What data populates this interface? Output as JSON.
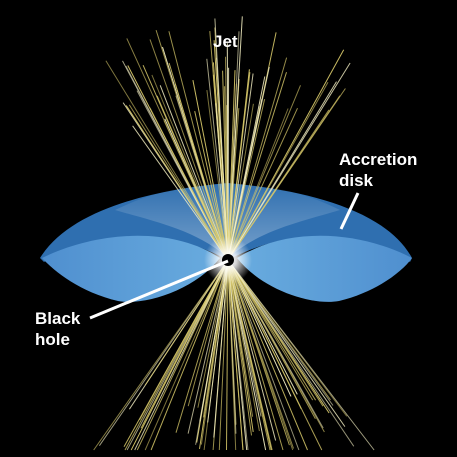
{
  "labels": {
    "jet": "Jet",
    "accretion_disk": [
      "Accretion",
      "disk"
    ],
    "black_hole": [
      "Black",
      "hole"
    ]
  },
  "colors": {
    "background": "#000000",
    "disk_rim": "#2f6fb0",
    "disk_face": "#5a9fdb",
    "jet_lines": "#e3d67a",
    "glow": "#ffffff",
    "black_hole": "#000000",
    "leader_line": "#ffffff"
  }
}
